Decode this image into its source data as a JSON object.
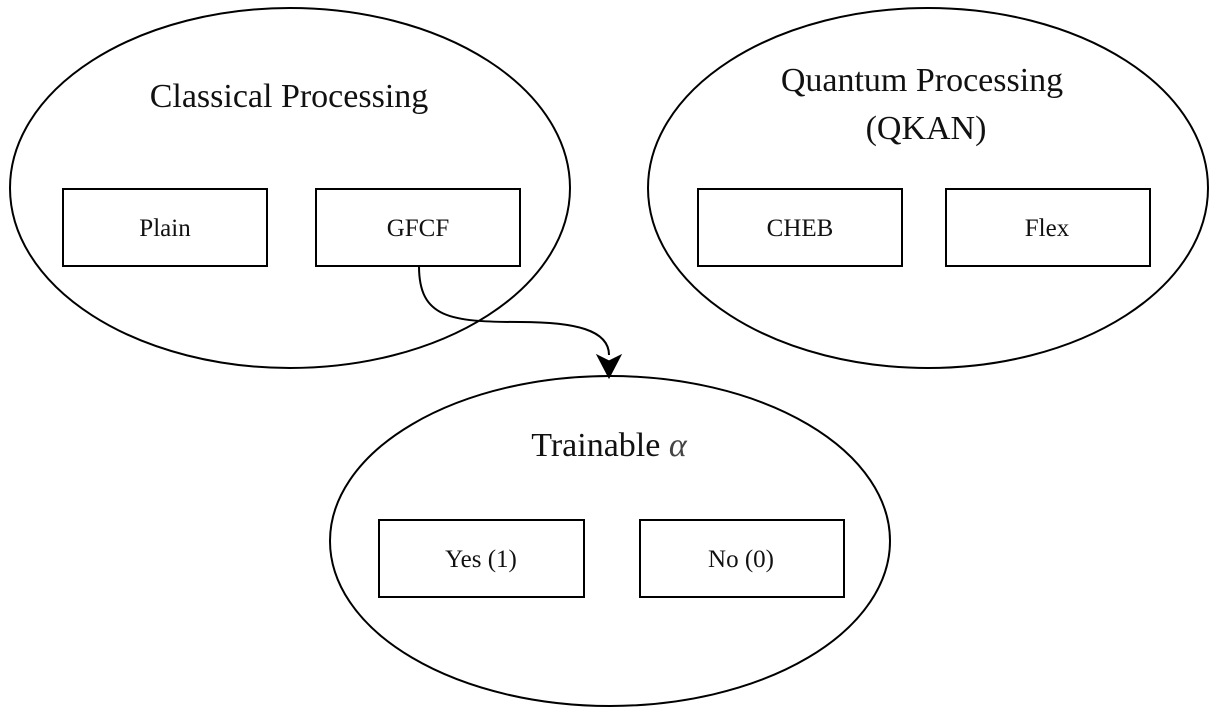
{
  "groups": [
    {
      "id": "classical",
      "title_lines": [
        "Classical Processing"
      ],
      "options": [
        "Plain",
        "GFCF"
      ]
    },
    {
      "id": "quantum",
      "title_lines": [
        "Quantum Processing",
        "(QKAN)"
      ],
      "options": [
        "CHEB",
        "Flex"
      ]
    },
    {
      "id": "trainable",
      "title_text": "Trainable ",
      "title_symbol": "α",
      "options": [
        "Yes (1)",
        "No (0)"
      ]
    }
  ],
  "connection": {
    "from": "GFCF",
    "to": "Trainable α"
  }
}
